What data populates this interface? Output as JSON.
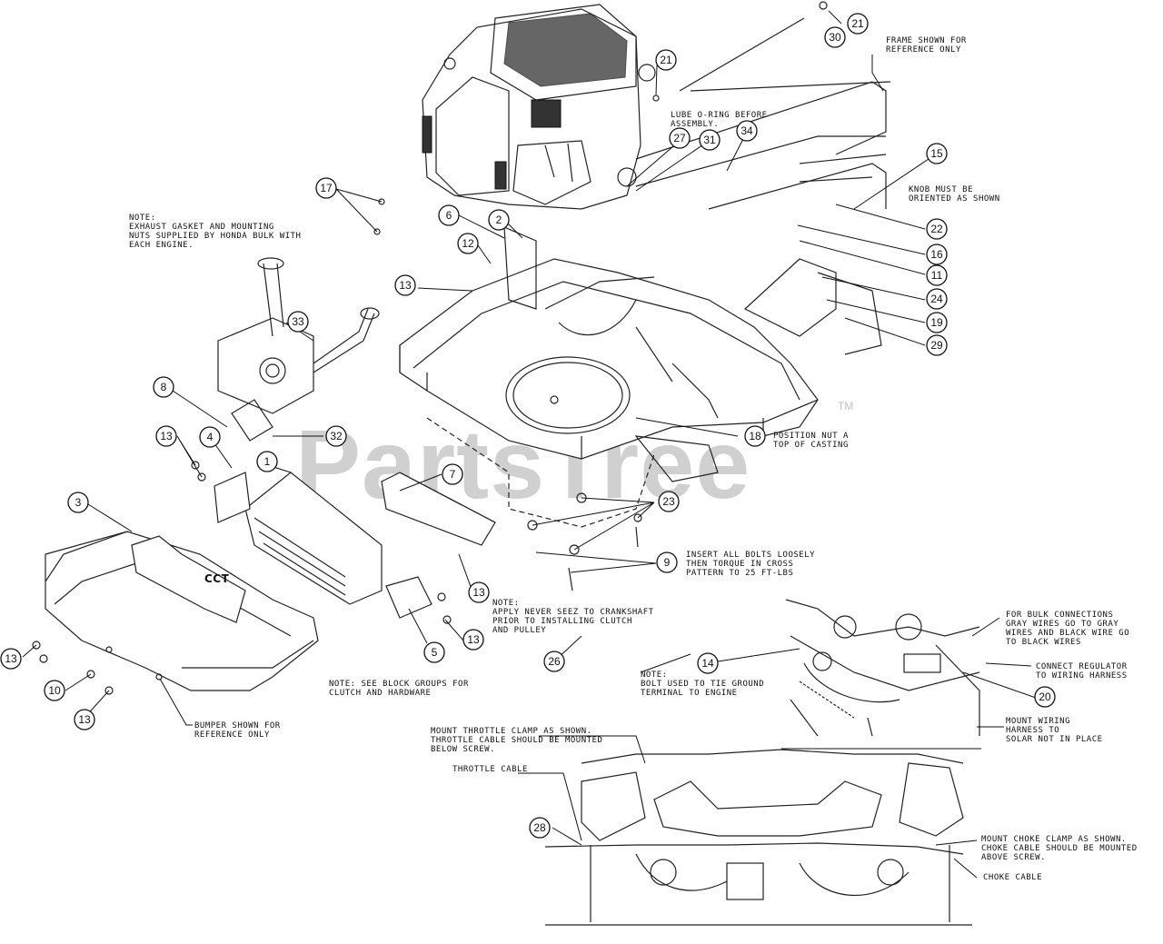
{
  "watermark": {
    "text": "PartsTree",
    "tm": "TM"
  },
  "notes": {
    "frame": "FRAME SHOWN FOR\nREFERENCE ONLY",
    "lube": "LUBE O-RING BEFORE\nASSEMBLY.",
    "knob": "KNOB MUST BE\nORIENTED AS SHOWN",
    "exhaust": "NOTE:\nEXHAUST GASKET AND MOUNTING\nNUTS SUPPLIED BY HONDA BULK WITH\nEACH ENGINE.",
    "position_nut": "POSITION NUT A\nTOP OF CASTING",
    "insert_bolts": "INSERT ALL BOLTS LOOSELY\nTHEN TORQUE IN CROSS\nPATTERN TO 25 FT-LBS",
    "never_seez": "NOTE:\nAPPLY NEVER SEEZ TO CRANKSHAFT\nPRIOR TO INSTALLING CLUTCH\nAND PULLEY",
    "see_block": "NOTE: SEE BLOCK GROUPS FOR\nCLUTCH AND HARDWARE",
    "bumper": "BUMPER SHOWN FOR\nREFERENCE ONLY",
    "bolt_ground": "NOTE:\nBOLT USED TO TIE GROUND\nTERMINAL TO ENGINE",
    "bulk_connect": "FOR BULK CONNECTIONS\nGRAY WIRES GO TO GRAY\nWIRES AND BLACK WIRE GO\nTO BLACK WIRES",
    "regulator": "CONNECT REGULATOR\nTO WIRING HARNESS",
    "mount_wiring": "MOUNT WIRING\nHARNESS TO\nSOLAR NOT IN PLACE",
    "throttle_clamp": "MOUNT THROTTLE CLAMP AS SHOWN.\nTHROTTLE CABLE SHOULD BE MOUNTED\nBELOW SCREW.",
    "throttle_cable": "THROTTLE CABLE",
    "choke_clamp": "MOUNT CHOKE CLAMP AS SHOWN.\nCHOKE CABLE SHOULD BE MOUNTED\nABOVE SCREW.",
    "choke_cable": "CHOKE CABLE",
    "bumper_logo": "CCT"
  },
  "callouts": [
    "21",
    "30",
    "21",
    "27",
    "31",
    "34",
    "15",
    "22",
    "16",
    "11",
    "24",
    "19",
    "29",
    "17",
    "6",
    "2",
    "12",
    "13",
    "33",
    "8",
    "13",
    "4",
    "32",
    "1",
    "3",
    "7",
    "23",
    "9",
    "13",
    "13",
    "5",
    "26",
    "13",
    "10",
    "13",
    "14",
    "20",
    "28",
    "18"
  ]
}
